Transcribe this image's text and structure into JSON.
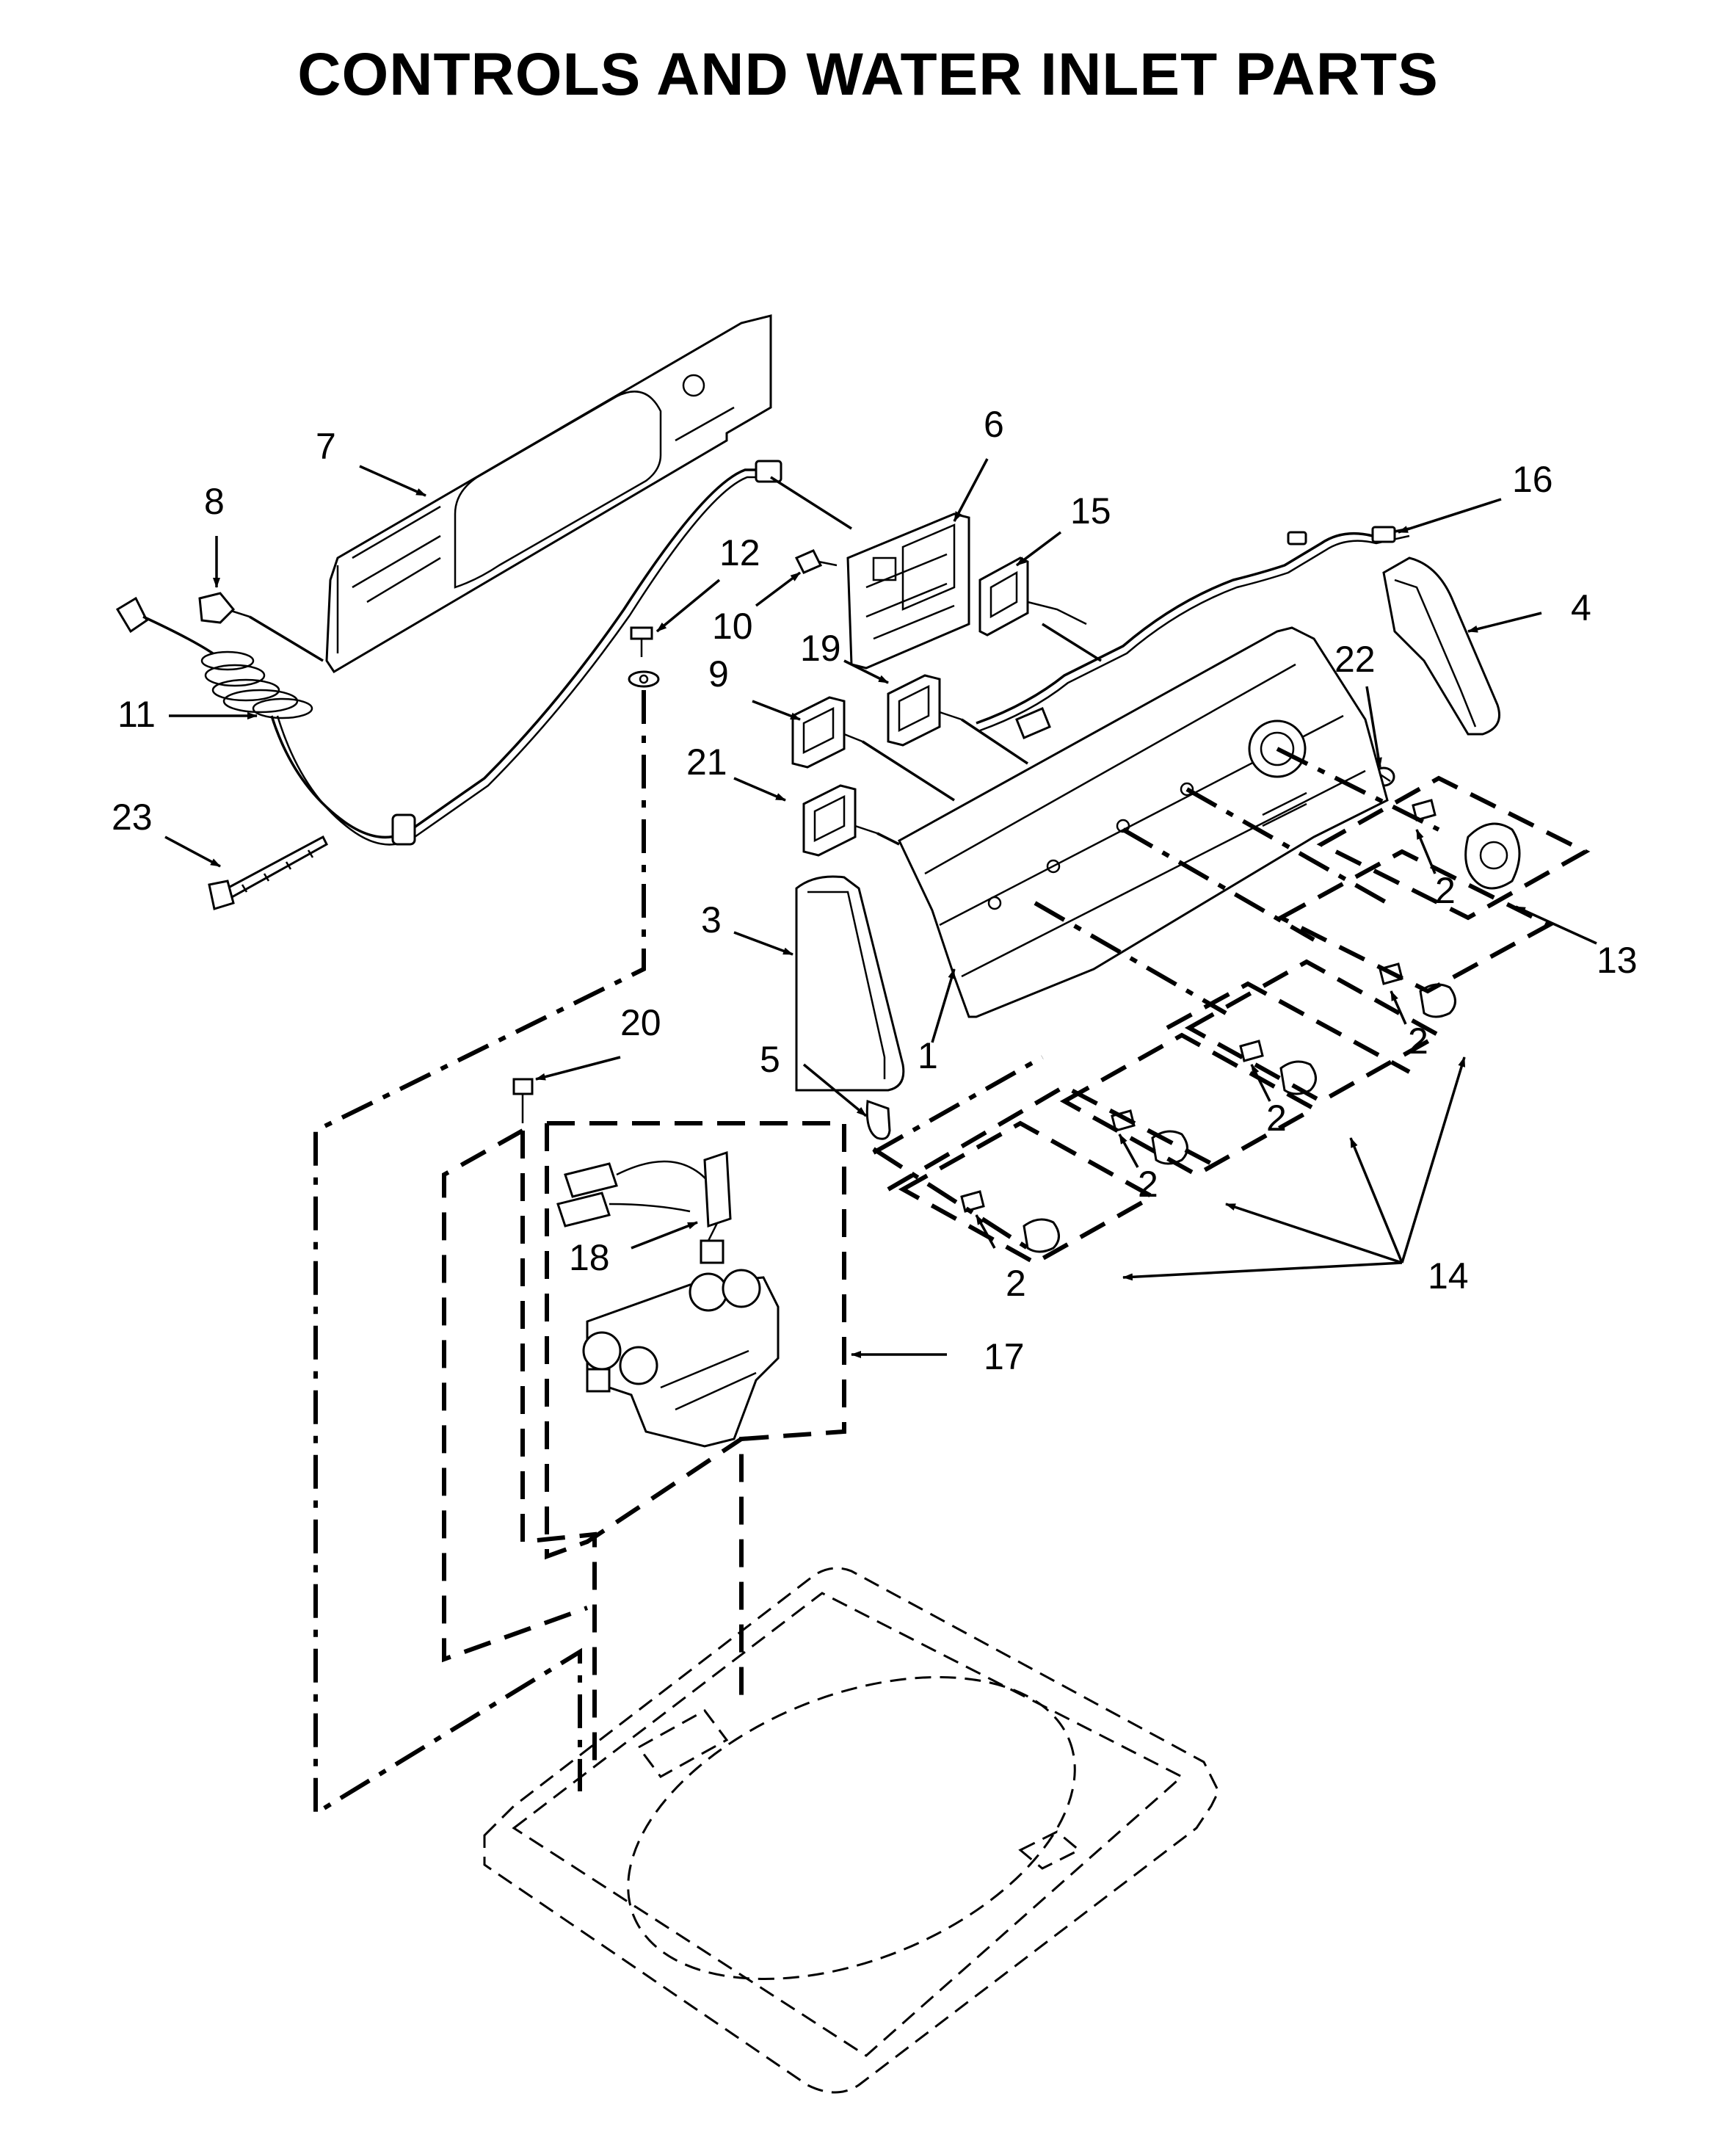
{
  "title": "CONTROLS AND WATER INLET PARTS",
  "callouts": {
    "c1": "1",
    "c2a": "2",
    "c2b": "2",
    "c2c": "2",
    "c2d": "2",
    "c2e": "2",
    "c3": "3",
    "c4": "4",
    "c5": "5",
    "c6": "6",
    "c7": "7",
    "c8": "8",
    "c9": "9",
    "c10": "10",
    "c11": "11",
    "c12": "12",
    "c13": "13",
    "c14": "14",
    "c15": "15",
    "c16": "16",
    "c17": "17",
    "c18": "18",
    "c19": "19",
    "c20": "20",
    "c21": "21",
    "c22": "22",
    "c23": "23"
  },
  "colors": {
    "ink": "#000000",
    "paper": "#ffffff"
  }
}
